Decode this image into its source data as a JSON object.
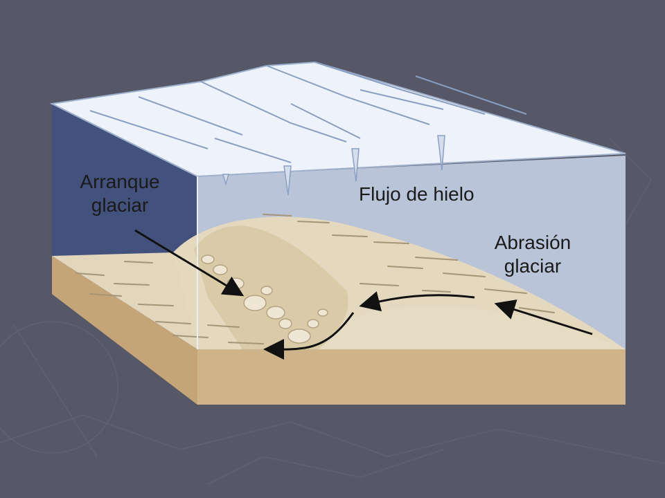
{
  "labels": {
    "plucking_line1": "Arranque",
    "plucking_line2": "glaciar",
    "ice_flow": "Flujo de hielo",
    "abrasion_line1": "Abrasión",
    "abrasion_line2": "glaciar"
  },
  "colors": {
    "background": "#565868",
    "ice_top": "#eef2fa",
    "ice_side": "#b9c4d8",
    "ice_shadow": "#42527c",
    "sediment": "#e2d6bc",
    "bedrock_side": "#cfb389",
    "arrow": "#111111"
  }
}
